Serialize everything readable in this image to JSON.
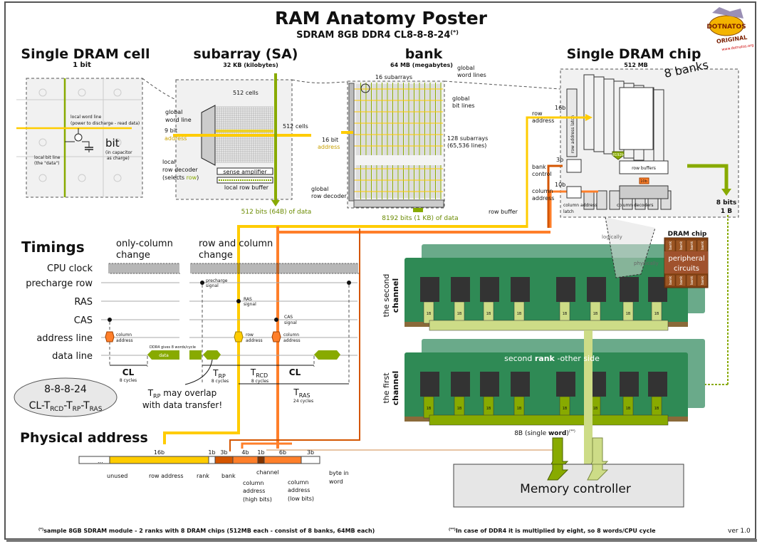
{
  "header": {
    "title": "RAM Anatomy Poster",
    "subtitle": "SDRAM 8GB DDR4 CL8-8-8-24",
    "subtitle_mark": "(*)"
  },
  "logo": {
    "text": "DOTNATOS",
    "original": "ORIGINAL",
    "site": "www.dotnatos.org"
  },
  "cell": {
    "title": "Single DRAM cell",
    "size": "1 bit",
    "word_line": "local word line",
    "word_line_note": "(power to discharge - read data)",
    "bit": "bit",
    "bit_note_1": "(in capacitor",
    "bit_note_2": "as charge)",
    "bit_line": "local bit line",
    "bit_line_note": "(the \"data\")"
  },
  "subarray": {
    "title": "subarray (SA)",
    "size": "32 KB (kilobytes)",
    "cells_top": "512 cells",
    "cells_side": "512 cells",
    "global_word_line_1": "global",
    "global_word_line_2": "word line",
    "address_bits": "9 bit",
    "address": "address",
    "decoder_1": "local",
    "decoder_2": "row decoder",
    "decoder_3": "(selects ",
    "decoder_row": "row",
    "decoder_4": ")",
    "sense_amp": "sense amplifier",
    "row_buffer": "local row buffer",
    "data_out": "512 bits (64B) of data"
  },
  "bank": {
    "title": "bank",
    "size": "64 MB (megabytes)",
    "subarrays_top": "16 subarrays",
    "global_word_lines_1": "global",
    "global_word_lines_2": "word lines",
    "global_bit_lines_1": "global",
    "global_bit_lines_2": "bit lines",
    "subarrays_side_1": "128 subarrays",
    "subarrays_side_2": "(65,536 lines)",
    "address_bits": "16 bit",
    "address": "address",
    "decoder_1": "global",
    "decoder_2": "row decoder",
    "row_buffer": "row buffer",
    "data_out": "8192 bits (1 KB) of data"
  },
  "chip": {
    "title": "Single DRAM chip",
    "size": "512 MB",
    "banks": "8 banks",
    "row_address_bits": "16b",
    "row_address_1": "row",
    "row_address_2": "address",
    "row_latch": "row address latch",
    "bank_control_bits": "3b",
    "bank_control_1": "bank",
    "bank_control_2": "control",
    "column_address_bits": "10b",
    "column_address_1": "column",
    "column_address_2": "address",
    "col_latch_1": "column address",
    "col_latch_2": "latch",
    "row_buffers": "row buffers",
    "buffer_bits": "8192b",
    "decoder_bits": "10b",
    "column_decoders": "column decoders",
    "out_1": "8 bits",
    "out_2": "1 B"
  },
  "timings": {
    "title": "Timings",
    "col_only_1": "only-column",
    "col_only_2": "change",
    "row_col_1": "row and column",
    "row_col_2": "change",
    "rows": [
      "CPU clock",
      "precharge row",
      "RAS",
      "CAS",
      "address line",
      "data line"
    ],
    "precharge_signal_1": "precharge",
    "precharge_signal_2": "signal",
    "ras_signal_1": "RAS",
    "ras_signal_2": "signal",
    "cas_signal_1": "CAS",
    "cas_signal_2": "signal",
    "column_address_1": "column",
    "column_address_2": "address",
    "row_address_1": "row",
    "row_address_2": "address",
    "ddr4_note": "DDR4 gives 8 words/cycle",
    "data": "data",
    "cl": "CL",
    "cl_cycles": "8 cycles",
    "t": "T",
    "rp": "RP",
    "rp_cycles": "8 cycles",
    "rcd": "RCD",
    "rcd_cycles": "8 cycles",
    "cl2": "CL",
    "ras": "RAS",
    "ras_cycles": "24 cycles",
    "overlap_1a": "T",
    "overlap_1b": "RP",
    "overlap_1c": " may overlap",
    "overlap_2": "with data transfer!",
    "legend_values": "8-8-8-24",
    "legend_cl": "CL-",
    "legend_t1": "T",
    "legend_rcd": "RCD",
    "legend_d1": "-",
    "legend_t2": "T",
    "legend_rp": "RP",
    "legend_d2": "-",
    "legend_t3": "T",
    "legend_ras": "RAS"
  },
  "physical_address": {
    "title": "Physical address",
    "ellipsis": "...",
    "segments": [
      {
        "name": "unused",
        "bits": "",
        "color": "#ffffff"
      },
      {
        "name": "row address",
        "bits": "16b",
        "color": "#ffcc00"
      },
      {
        "name": "rank",
        "bits": "1b",
        "color": "#ffffff"
      },
      {
        "name": "bank",
        "bits": "3b",
        "color": "#d45500"
      },
      {
        "name": "column address (high bits)",
        "bits": "4b",
        "color": "#ff7f2a"
      },
      {
        "name": "channel",
        "bits": "1b",
        "color": "#803300"
      },
      {
        "name": "column address (low bits)",
        "bits": "6b",
        "color": "#ff7f2a"
      },
      {
        "name": "byte in word",
        "bits": "3b",
        "color": "#ffffff"
      }
    ],
    "labels": {
      "unused": "unused",
      "row": "row address",
      "rank": "rank",
      "bank": "bank",
      "channel": "channel",
      "col_high_1": "column",
      "col_high_2": "address",
      "col_high_3": "(high bits)",
      "col_low_1": "column",
      "col_low_2": "address",
      "col_low_3": "(low bits)",
      "byte_1": "byte in",
      "byte_2": "word"
    }
  },
  "module": {
    "second_channel_1": "the second",
    "second_channel_2": "channel",
    "first_channel_1": "the first",
    "first_channel_2": "channel",
    "chip_byte": "1B",
    "second_rank_1": "second ",
    "second_rank_2": "rank",
    "second_rank_3": " -other side",
    "word_1": "8B (single ",
    "word_2": "word",
    "word_3": ")",
    "word_mark": "(**)",
    "logically": "logically",
    "physically": "physically",
    "dram_chip": "DRAM chip",
    "bank": "bank",
    "peripheral_1": "peripheral",
    "peripheral_2": "circuits"
  },
  "memory_controller": "Memory controller",
  "footnotes": {
    "note1_mark": "(*)",
    "note1": "sample 8GB SDRAM module - 2 ranks with 8 DRAM chips (512MB each - consist of 8 banks, 64MB each)",
    "note2_mark": "(**)",
    "note2": "In case of DDR4 it is multiplied by eight, so 8 words/CPU cycle",
    "version": "ver 1.0"
  },
  "colors": {
    "row_address": "#ffcc00",
    "column_address": "#ff7f2a",
    "bank_control": "#d45500",
    "data": "#88aa00",
    "data_light": "#cddc87",
    "board": "#2f8a55",
    "board_back": "#6aaa8a",
    "chip": "#333333"
  }
}
